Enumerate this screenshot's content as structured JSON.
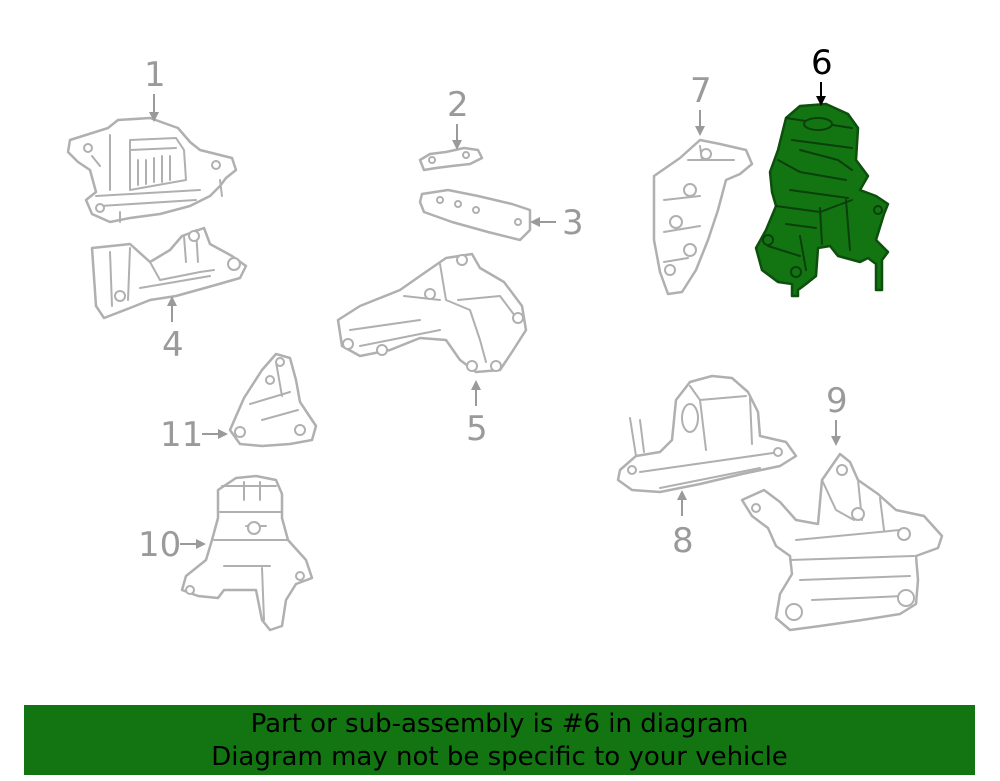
{
  "diagram": {
    "highlighted_part": "6",
    "callouts": [
      "1",
      "2",
      "3",
      "4",
      "5",
      "6",
      "7",
      "8",
      "9",
      "10",
      "11"
    ]
  },
  "banner": {
    "line1": "Part or sub-assembly is #6 in diagram",
    "line2": "Diagram may not be specific to your vehicle",
    "background": "#127512"
  },
  "colors": {
    "highlight": "#127512",
    "part_outline": "#b0b0b0",
    "callout_text": "#9a9a9a"
  }
}
